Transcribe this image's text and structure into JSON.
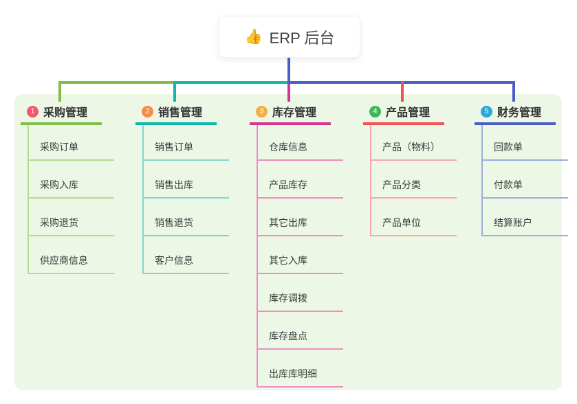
{
  "canvas": {
    "background": "#ffffff",
    "panel_background": "#edf7e6",
    "connector_color": "#4a5ec5",
    "text_color": "#3b3b3b"
  },
  "root": {
    "icon": "thumbs-up-icon",
    "icon_char": "👍",
    "label": "ERP 后台"
  },
  "branches": [
    {
      "number": "1",
      "label": "采购管理",
      "badge_color": "#f3586c",
      "line_color": "#82bd49",
      "child_line_color": "#b5da90",
      "children": [
        "采购订单",
        "采购入库",
        "采购退货",
        "供应商信息"
      ]
    },
    {
      "number": "2",
      "label": "销售管理",
      "badge_color": "#f78b44",
      "line_color": "#11b7ae",
      "child_line_color": "#82d5cf",
      "children": [
        "销售订单",
        "销售出库",
        "销售退货",
        "客户信息"
      ]
    },
    {
      "number": "3",
      "label": "库存管理",
      "badge_color": "#f6ae3d",
      "line_color": "#d63690",
      "child_line_color": "#ef8dbf",
      "children": [
        "仓库信息",
        "产品库存",
        "其它出库",
        "其它入库",
        "库存调拨",
        "库存盘点",
        "出库库明细"
      ]
    },
    {
      "number": "4",
      "label": "产品管理",
      "badge_color": "#3bb857",
      "line_color": "#f25156",
      "child_line_color": "#f8a7a9",
      "children": [
        "产品（物料）",
        "产品分类",
        "产品单位"
      ]
    },
    {
      "number": "5",
      "label": "财务管理",
      "badge_color": "#2da6df",
      "line_color": "#4a5ec5",
      "child_line_color": "#9caddf",
      "children": [
        "回款单",
        "付款单",
        "结算账户"
      ]
    }
  ]
}
